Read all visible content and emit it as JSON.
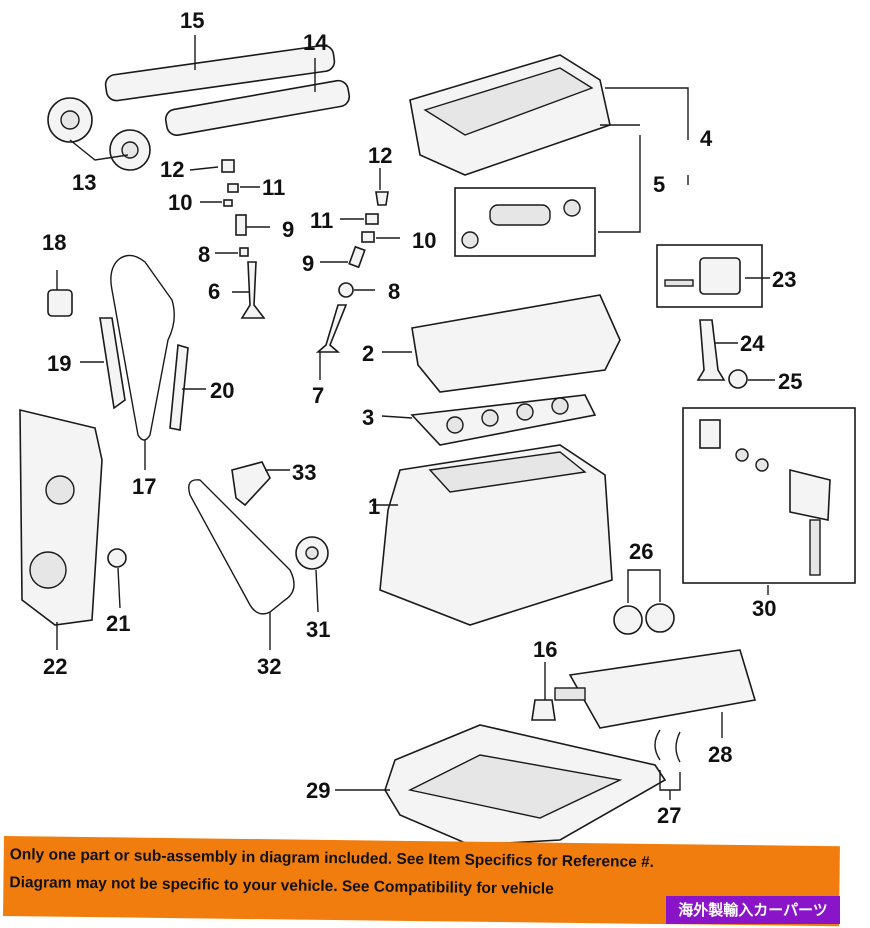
{
  "callouts": [
    "1",
    "2",
    "3",
    "4",
    "5",
    "6",
    "7",
    "8",
    "9",
    "10",
    "11",
    "12",
    "13",
    "14",
    "15",
    "16",
    "17",
    "18",
    "19",
    "20",
    "21",
    "22",
    "23",
    "24",
    "25",
    "26",
    "27",
    "28",
    "29",
    "30",
    "31",
    "32",
    "33"
  ],
  "notice": {
    "line1": "Only one part or sub-assembly in diagram included. See Item Specifics for Reference #.",
    "line2": "Diagram may not be specific to your vehicle. See Compatibility for vehicle"
  },
  "watermark": "海外製輸入カーパーツ",
  "colors": {
    "banner": "#f07d0d",
    "watermark_bg": "#8a14c8"
  }
}
